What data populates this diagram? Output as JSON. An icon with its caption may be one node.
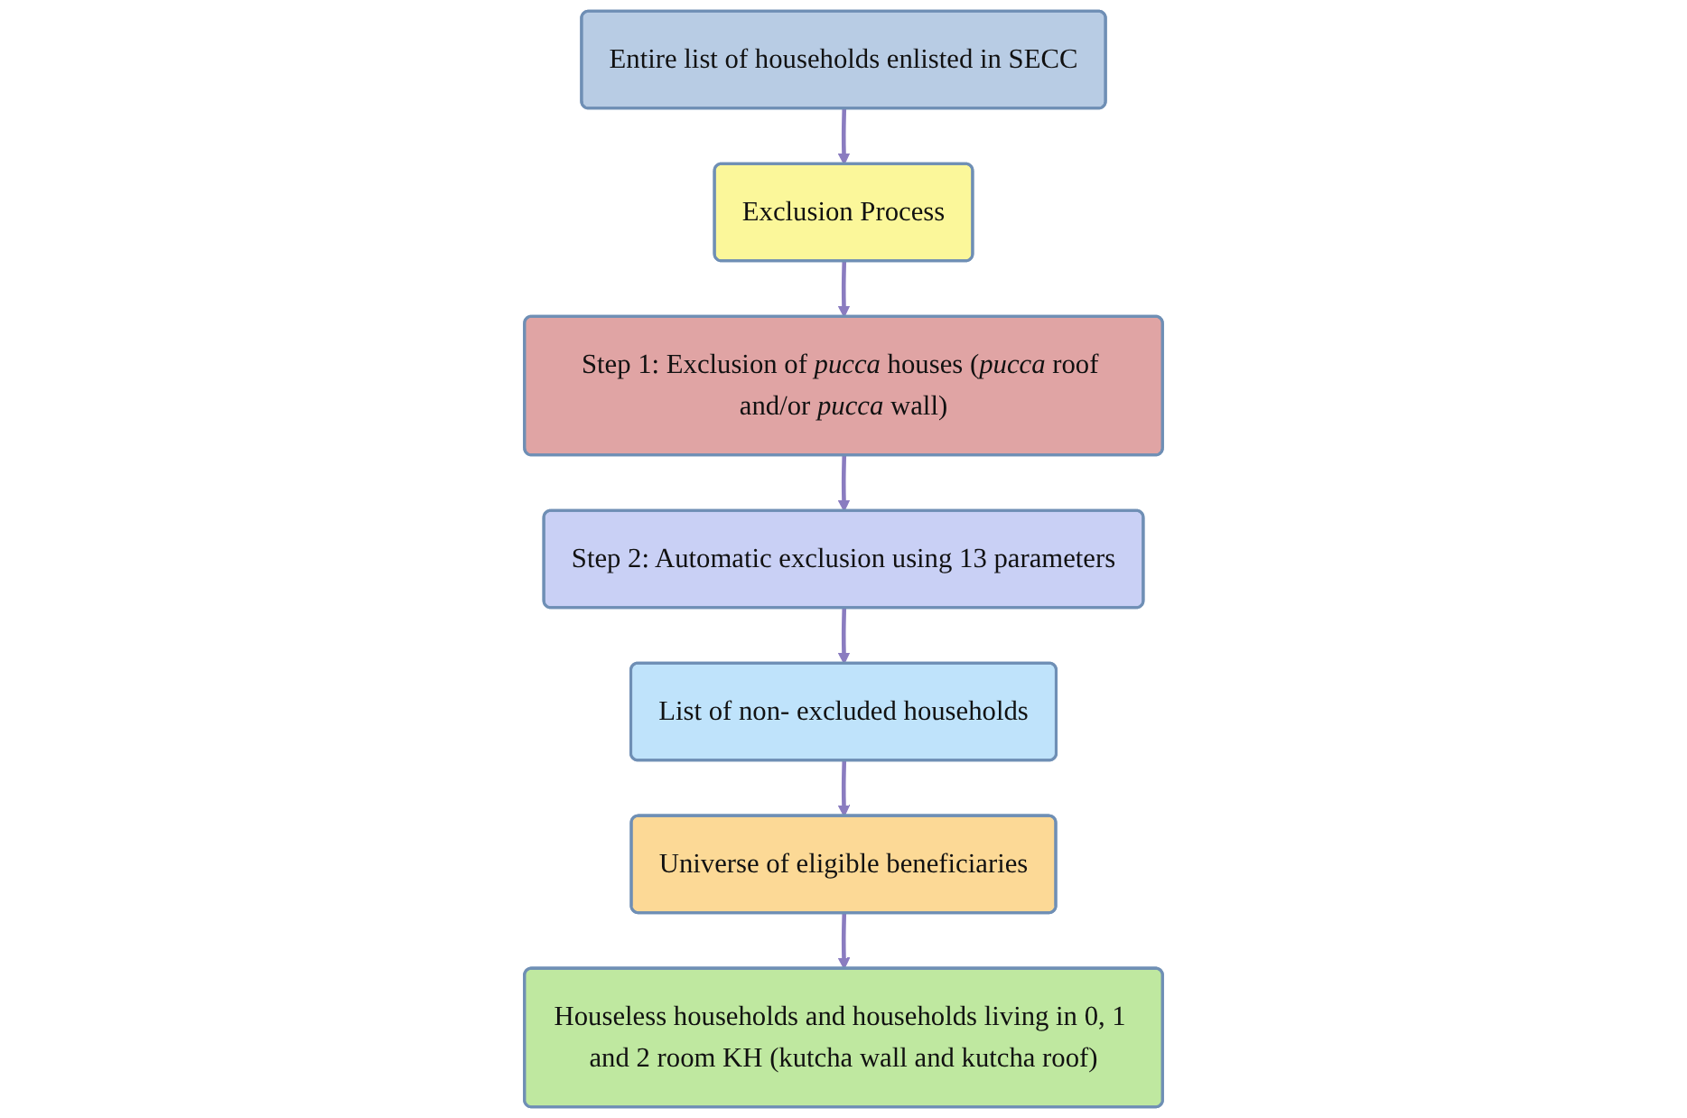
{
  "diagram": {
    "nodes": [
      {
        "text": [
          "Entire list of households enlisted in SECC"
        ]
      },
      {
        "text": [
          "Exclusion Process"
        ]
      },
      {
        "text": [
          "Step 1: Exclusion of *pucca* houses (*pucca* roof and/or *pucca* wall)"
        ]
      },
      {
        "text": [
          "Step 2: Automatic exclusion using 13 parameters"
        ]
      },
      {
        "text": [
          "List of non- excluded households"
        ]
      },
      {
        "text": [
          "Universe of eligible beneficiaries"
        ]
      },
      {
        "text": [
          "Houseless households and households living in 0, 1 and 2 room KH (kutcha wall and kutcha roof)"
        ]
      }
    ],
    "edges": [
      {
        "from": 0,
        "to": 1,
        "arrow": "to"
      },
      {
        "from": 1,
        "to": 2,
        "arrow": "to"
      },
      {
        "from": 2,
        "to": 3,
        "arrow": "to"
      },
      {
        "from": 3,
        "to": 4,
        "arrow": "to"
      },
      {
        "from": 4,
        "to": 5,
        "arrow": "to"
      },
      {
        "from": 5,
        "to": 6,
        "arrow": "to"
      }
    ]
  }
}
